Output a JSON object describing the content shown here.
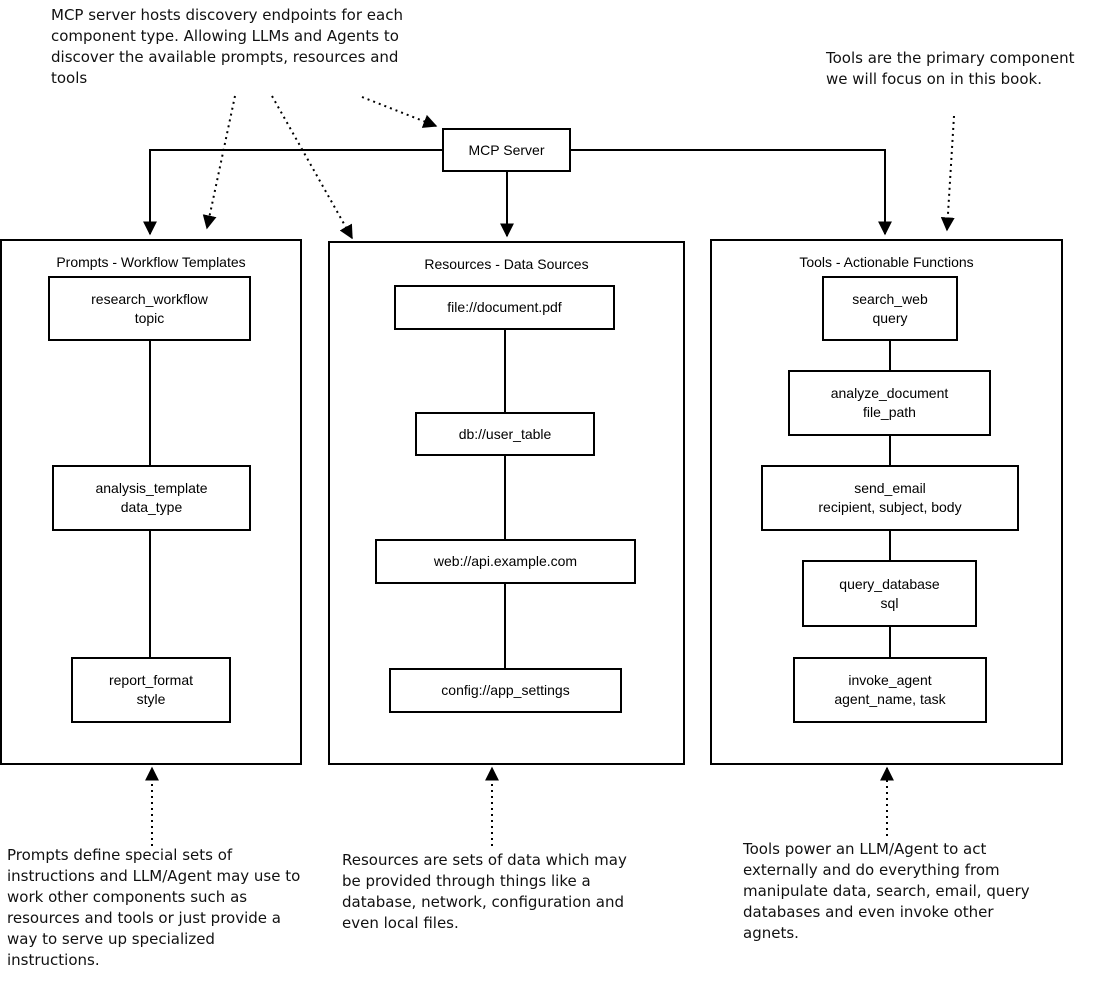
{
  "server": {
    "label": "MCP Server"
  },
  "notes": {
    "discovery": "MCP server hosts discovery endpoints for each component type. Allowing LLMs and Agents to discover the available prompts, resources and tools",
    "tools_focus": "Tools are the primary component we will focus on in this book.",
    "prompts": "Prompts define special sets of instructions and LLM/Agent may use to work other components such as resources and tools or just provide a way to serve up specialized instructions.",
    "resources": "Resources are sets of data which may be provided through things like a database, network, configuration and even local files.",
    "tools": "Tools power an LLM/Agent to act externally and do everything from manipulate data, search, email, query databases and even invoke other agnets."
  },
  "panels": {
    "prompts": {
      "title": "Prompts - Workflow Templates",
      "items": [
        {
          "name": "research_workflow",
          "param": "topic"
        },
        {
          "name": "analysis_template",
          "param": "data_type"
        },
        {
          "name": "report_format",
          "param": "style"
        }
      ]
    },
    "resources": {
      "title": "Resources - Data Sources",
      "items": [
        {
          "name": "file://document.pdf"
        },
        {
          "name": "db://user_table"
        },
        {
          "name": "web://api.example.com"
        },
        {
          "name": "config://app_settings"
        }
      ]
    },
    "tools": {
      "title": "Tools - Actionable Functions",
      "items": [
        {
          "name": "search_web",
          "param": "query"
        },
        {
          "name": "analyze_document",
          "param": "file_path"
        },
        {
          "name": "send_email",
          "param": "recipient, subject, body"
        },
        {
          "name": "query_database",
          "param": "sql"
        },
        {
          "name": "invoke_agent",
          "param": "agent_name, task"
        }
      ]
    }
  }
}
